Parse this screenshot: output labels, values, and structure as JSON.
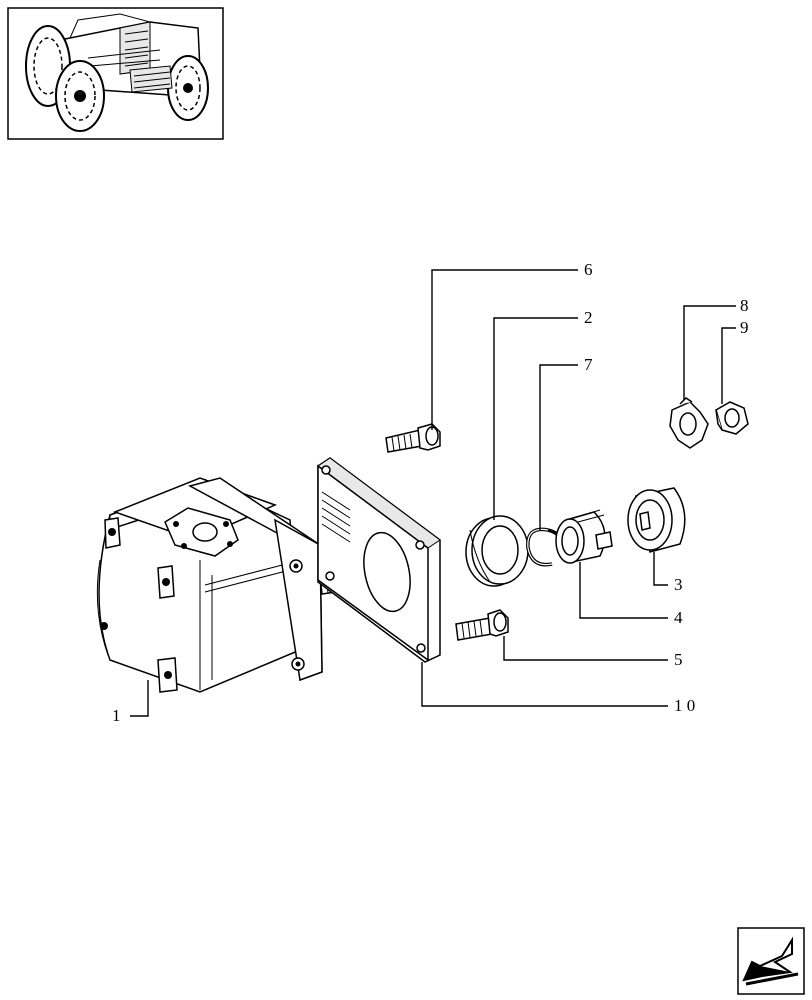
{
  "callouts": [
    {
      "id": "1",
      "text": "1"
    },
    {
      "id": "2",
      "text": "2"
    },
    {
      "id": "3",
      "text": "3"
    },
    {
      "id": "4",
      "text": "4"
    },
    {
      "id": "5",
      "text": "5"
    },
    {
      "id": "6",
      "text": "6"
    },
    {
      "id": "7",
      "text": "7"
    },
    {
      "id": "8",
      "text": "8"
    },
    {
      "id": "9",
      "text": "9"
    },
    {
      "id": "10",
      "text": "1 0"
    }
  ],
  "icons": {
    "thumbnail": "tractor-thumbnail-icon",
    "nav": "next-page-arrow-icon"
  }
}
